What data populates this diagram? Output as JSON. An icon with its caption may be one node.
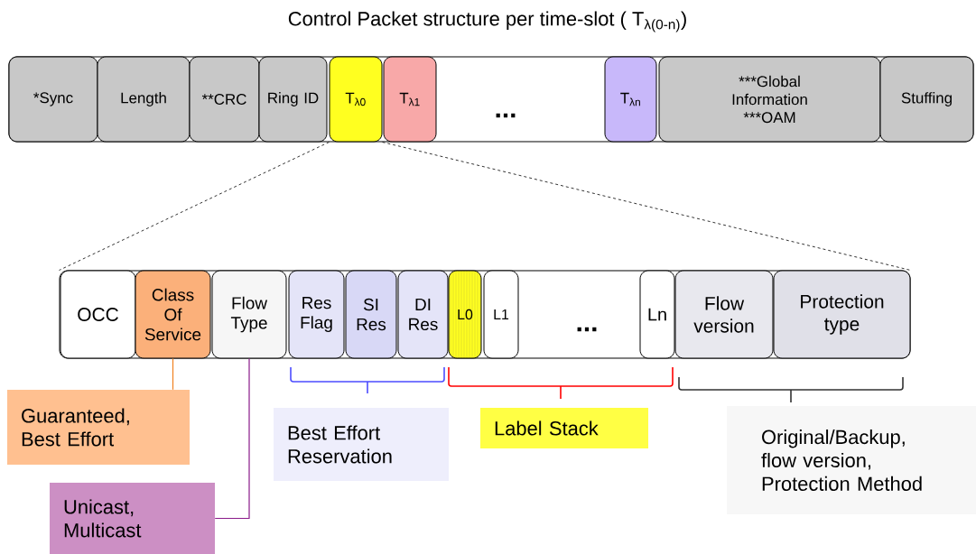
{
  "diagram": {
    "title": "Control Packet structure per time-slot ( T$_{λ(0-n)}$)",
    "nodes": [
      {
        "text": [],
        "shape": "box"
      },
      {
        "text": [
          "*Sync"
        ],
        "in": 0
      },
      {
        "text": [
          "Length"
        ],
        "in": 0
      },
      {
        "text": [
          "**CRC"
        ],
        "in": 0
      },
      {
        "text": [
          "Ring ID"
        ],
        "in": 0
      },
      {
        "text": [
          "T$_{λ0}$"
        ],
        "in": 0
      },
      {
        "text": [
          "T$_{λ1}$"
        ],
        "in": 0
      },
      {
        "text": [
          "T$_{λn}$"
        ],
        "in": 0
      },
      {
        "text": [
          "***Global Information",
          "***OAM"
        ],
        "in": 0
      },
      {
        "text": [
          "Stuffing"
        ],
        "in": 0
      },
      {
        "text": [],
        "shape": "box"
      },
      {
        "text": [
          "OCC"
        ],
        "in": 10
      },
      {
        "text": [
          "Class Of Service"
        ],
        "in": 10
      },
      {
        "text": [
          "Flow Type"
        ],
        "in": 10
      },
      {
        "text": [
          "Res Flag"
        ],
        "in": 10
      },
      {
        "text": [
          "SI Res"
        ],
        "in": 10
      },
      {
        "text": [
          "DI Res"
        ],
        "in": 10
      },
      {
        "text": [
          "L0"
        ],
        "in": 10
      },
      {
        "text": [
          "L1"
        ],
        "in": 10
      },
      {
        "text": [
          "Ln"
        ],
        "in": 10
      },
      {
        "text": [
          "Flow version"
        ],
        "in": 10
      },
      {
        "text": [
          "Protection type"
        ],
        "in": 10
      },
      {
        "text": [
          "Guaranteed, Best Effort"
        ]
      },
      {
        "text": [
          "Unicast, Multicast"
        ]
      },
      {
        "text": [
          "Best Effort Reservation"
        ]
      },
      {
        "text": [
          "Label Stack"
        ]
      },
      {
        "text": [
          "Original/Backup, flow version, Protection Method"
        ]
      }
    ],
    "edges": [
      {
        "from": 5,
        "to": 10,
        "arrow": "none",
        "style": "dashed"
      },
      {
        "from": 5,
        "to": 10,
        "arrow": "none",
        "style": "dashed"
      },
      {
        "from": 12,
        "to": 22,
        "arrow": "none",
        "color": "#f08020"
      },
      {
        "from": 13,
        "to": 23,
        "arrow": "none",
        "color": "#8a1a8a"
      }
    ],
    "labels": [
      "...",
      "..."
    ]
  }
}
